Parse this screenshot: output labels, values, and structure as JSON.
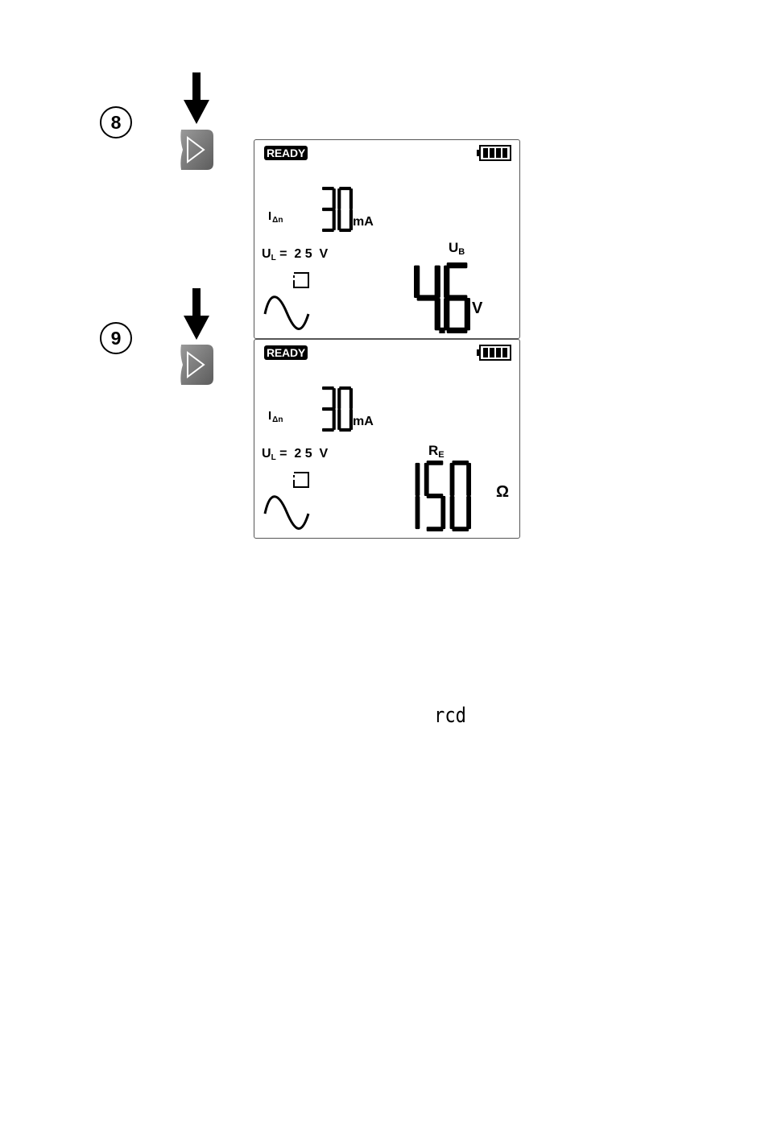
{
  "steps": [
    {
      "number": "8",
      "lcd": {
        "ready_label": "READY",
        "idn_symbol": "I",
        "idn_sub": "Δn",
        "idn_value": "30",
        "idn_unit": "mA",
        "ul_label": "U",
        "ul_sub": "L",
        "ul_text": "=  2 5  V",
        "measure_symbol": "U",
        "measure_sub": "B",
        "measure_value": "4.6",
        "measure_unit": "V"
      }
    },
    {
      "number": "9",
      "lcd": {
        "ready_label": "READY",
        "idn_symbol": "I",
        "idn_sub": "Δn",
        "idn_value": "30",
        "idn_unit": "mA",
        "ul_label": "U",
        "ul_sub": "L",
        "ul_text": "=  2 5  V",
        "measure_symbol": "R",
        "measure_sub": "E",
        "measure_value": "150",
        "measure_unit": "Ω"
      }
    }
  ],
  "footer_display": "rcd",
  "icons": [
    "down-arrow-icon",
    "play-button-icon",
    "battery-icon",
    "square-wave-icon",
    "sine-wave-icon"
  ]
}
